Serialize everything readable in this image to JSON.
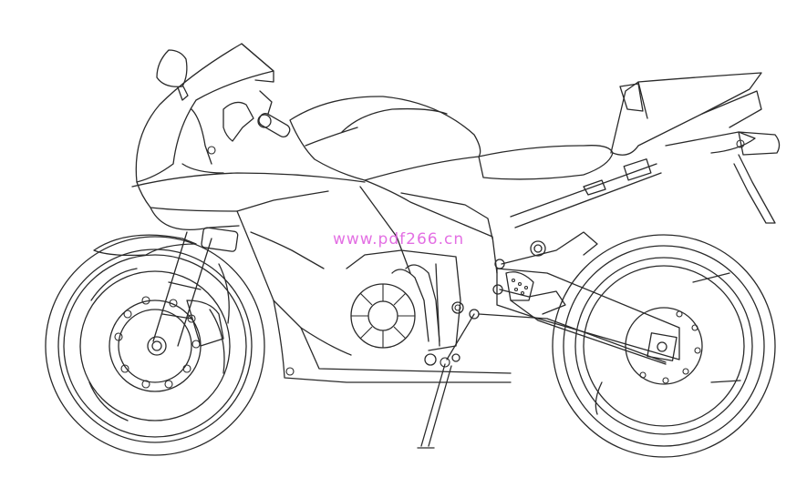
{
  "figure": {
    "subject": "motorcycle-line-drawing-side-view",
    "view": "left side",
    "style": "black line art on white"
  },
  "watermark": {
    "text": "www.pdf266.cn",
    "color": "#e060e0"
  },
  "colors": {
    "background": "#ffffff",
    "line": "#2a2a2a"
  }
}
